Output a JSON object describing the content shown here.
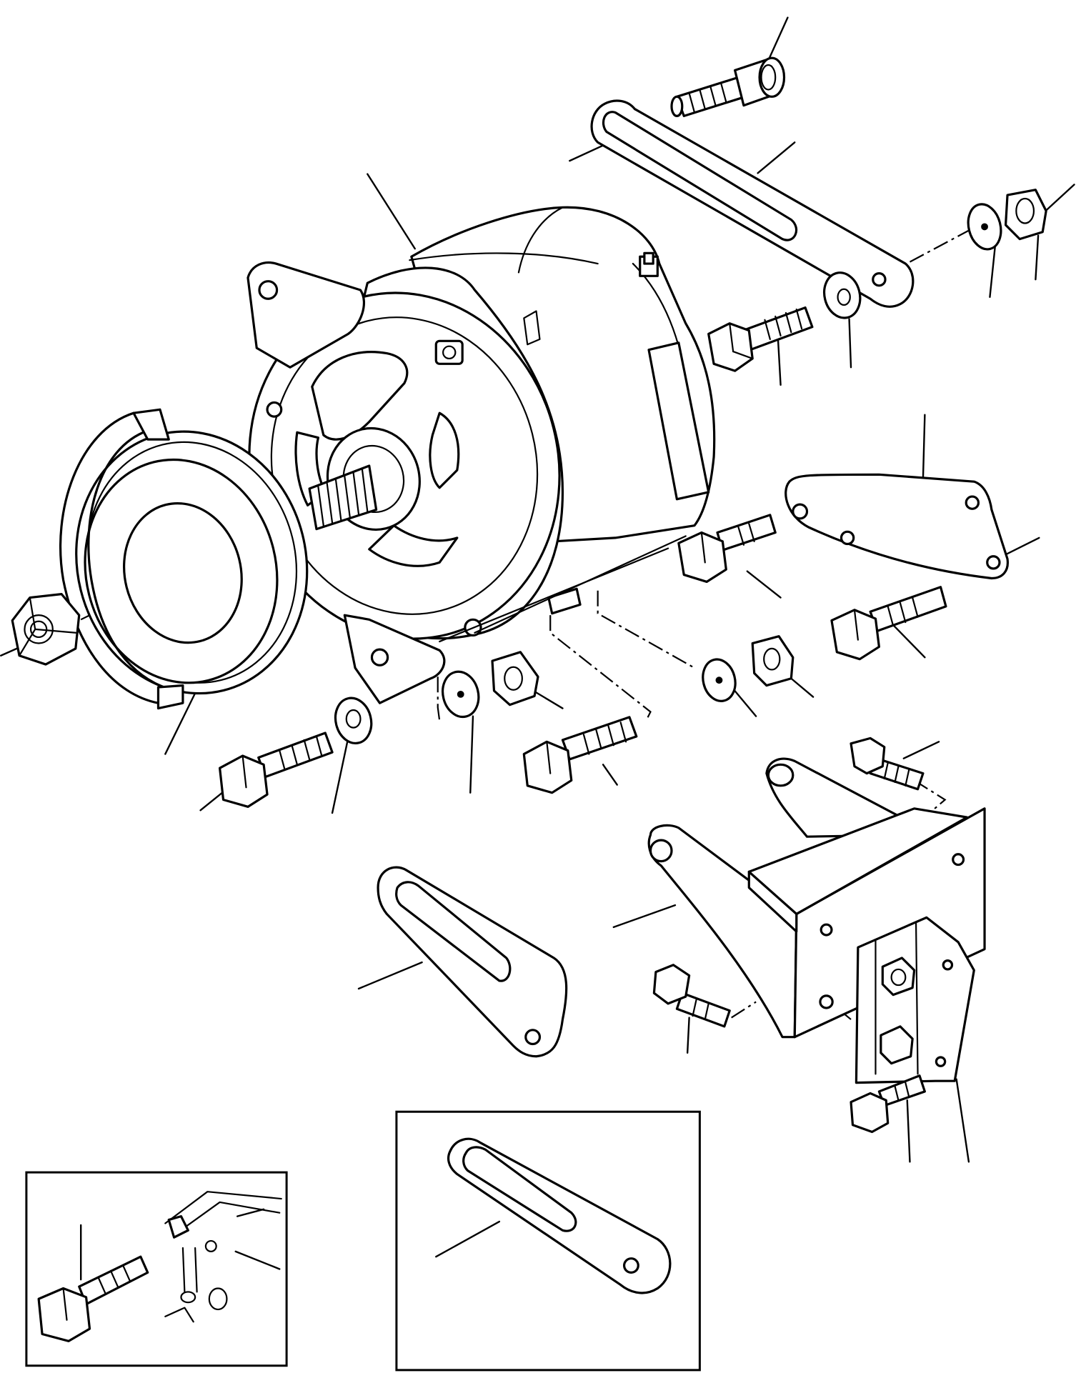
{
  "diagram": {
    "type": "exploded-parts-view",
    "subject": "alternator-mounting",
    "callout_labels": [],
    "insets": 2
  }
}
